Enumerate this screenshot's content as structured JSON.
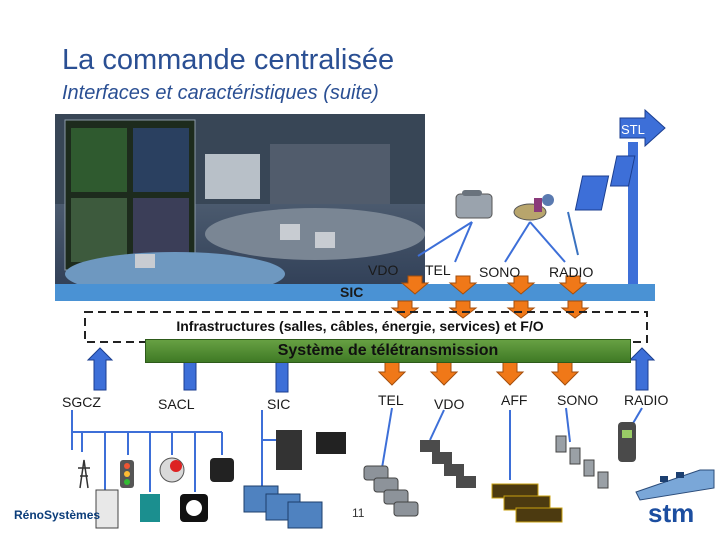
{
  "title": "La commande centralisée",
  "subtitle": "Interfaces et caractéristiques (suite)",
  "stl_label": "STL",
  "sic_bus_label": "SIC",
  "top_interfaces": {
    "vdo": "VDO",
    "tel": "TEL",
    "sono": "SONO",
    "radio": "RADIO"
  },
  "infra_label": "Infrastructures (salles, câbles, énergie, services) et F/O",
  "transmission_label": "Système de télétransmission",
  "bottom_interfaces": {
    "sgcz": "SGCZ",
    "sacl": "SACL",
    "sic": "SIC",
    "tel": "TEL",
    "vdo": "VDO",
    "aff": "AFF",
    "sono": "SONO",
    "radio": "RADIO"
  },
  "page_number": "11",
  "logo_left": "RénoSystèmes",
  "logo_right": "stm",
  "colors": {
    "title": "#2a4f93",
    "bus": "#4a92d4",
    "arrow_blue": "#3d6fd8",
    "arrow_orange": "#f07818",
    "system_green": "#4e8a30"
  },
  "icons": [
    "control-room-photo",
    "phone-icon",
    "microphone-icon",
    "antenna-icon",
    "traffic-light-icon",
    "power-pylon-icon",
    "alarm-icon",
    "computer-icon",
    "camera-icon",
    "speaker-icon",
    "radio-handset-icon",
    "train-icon",
    "display-board-icon"
  ]
}
